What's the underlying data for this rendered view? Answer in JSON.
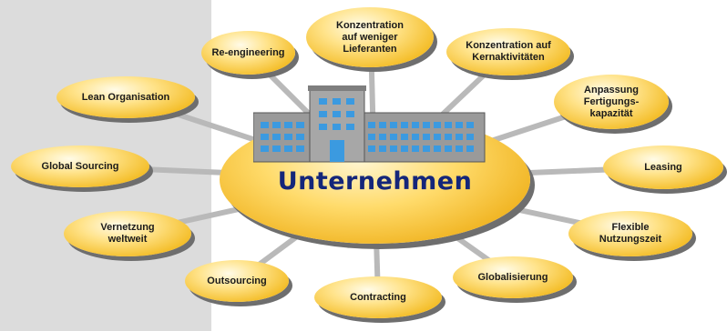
{
  "center": {
    "label": "Unternehmen"
  },
  "nodes": {
    "re_engineering": "Re-engineering",
    "konzentration_lieferanten": "Konzentration\nauf weniger\nLieferanten",
    "konzentration_kern": "Konzentration auf\nKernaktivitäten",
    "anpassung": "Anpassung\nFertigungs-\nkapazität",
    "lean_organisation": "Lean Organisation",
    "global_sourcing": "Global Sourcing",
    "leasing": "Leasing",
    "vernetzung": "Vernetzung\nweltweit",
    "flexible_nutzungszeit": "Flexible\nNutzungszeit",
    "outsourcing": "Outsourcing",
    "contracting": "Contracting",
    "globalisierung": "Globalisierung"
  },
  "colors": {
    "oval_fill": "#f4be2a",
    "center_text": "#14267a",
    "building_window": "#3b9ae0",
    "connector": "#b9b9b9",
    "panel": "#dcdcdc"
  },
  "icons": {
    "center_graphic": "building-icon"
  }
}
